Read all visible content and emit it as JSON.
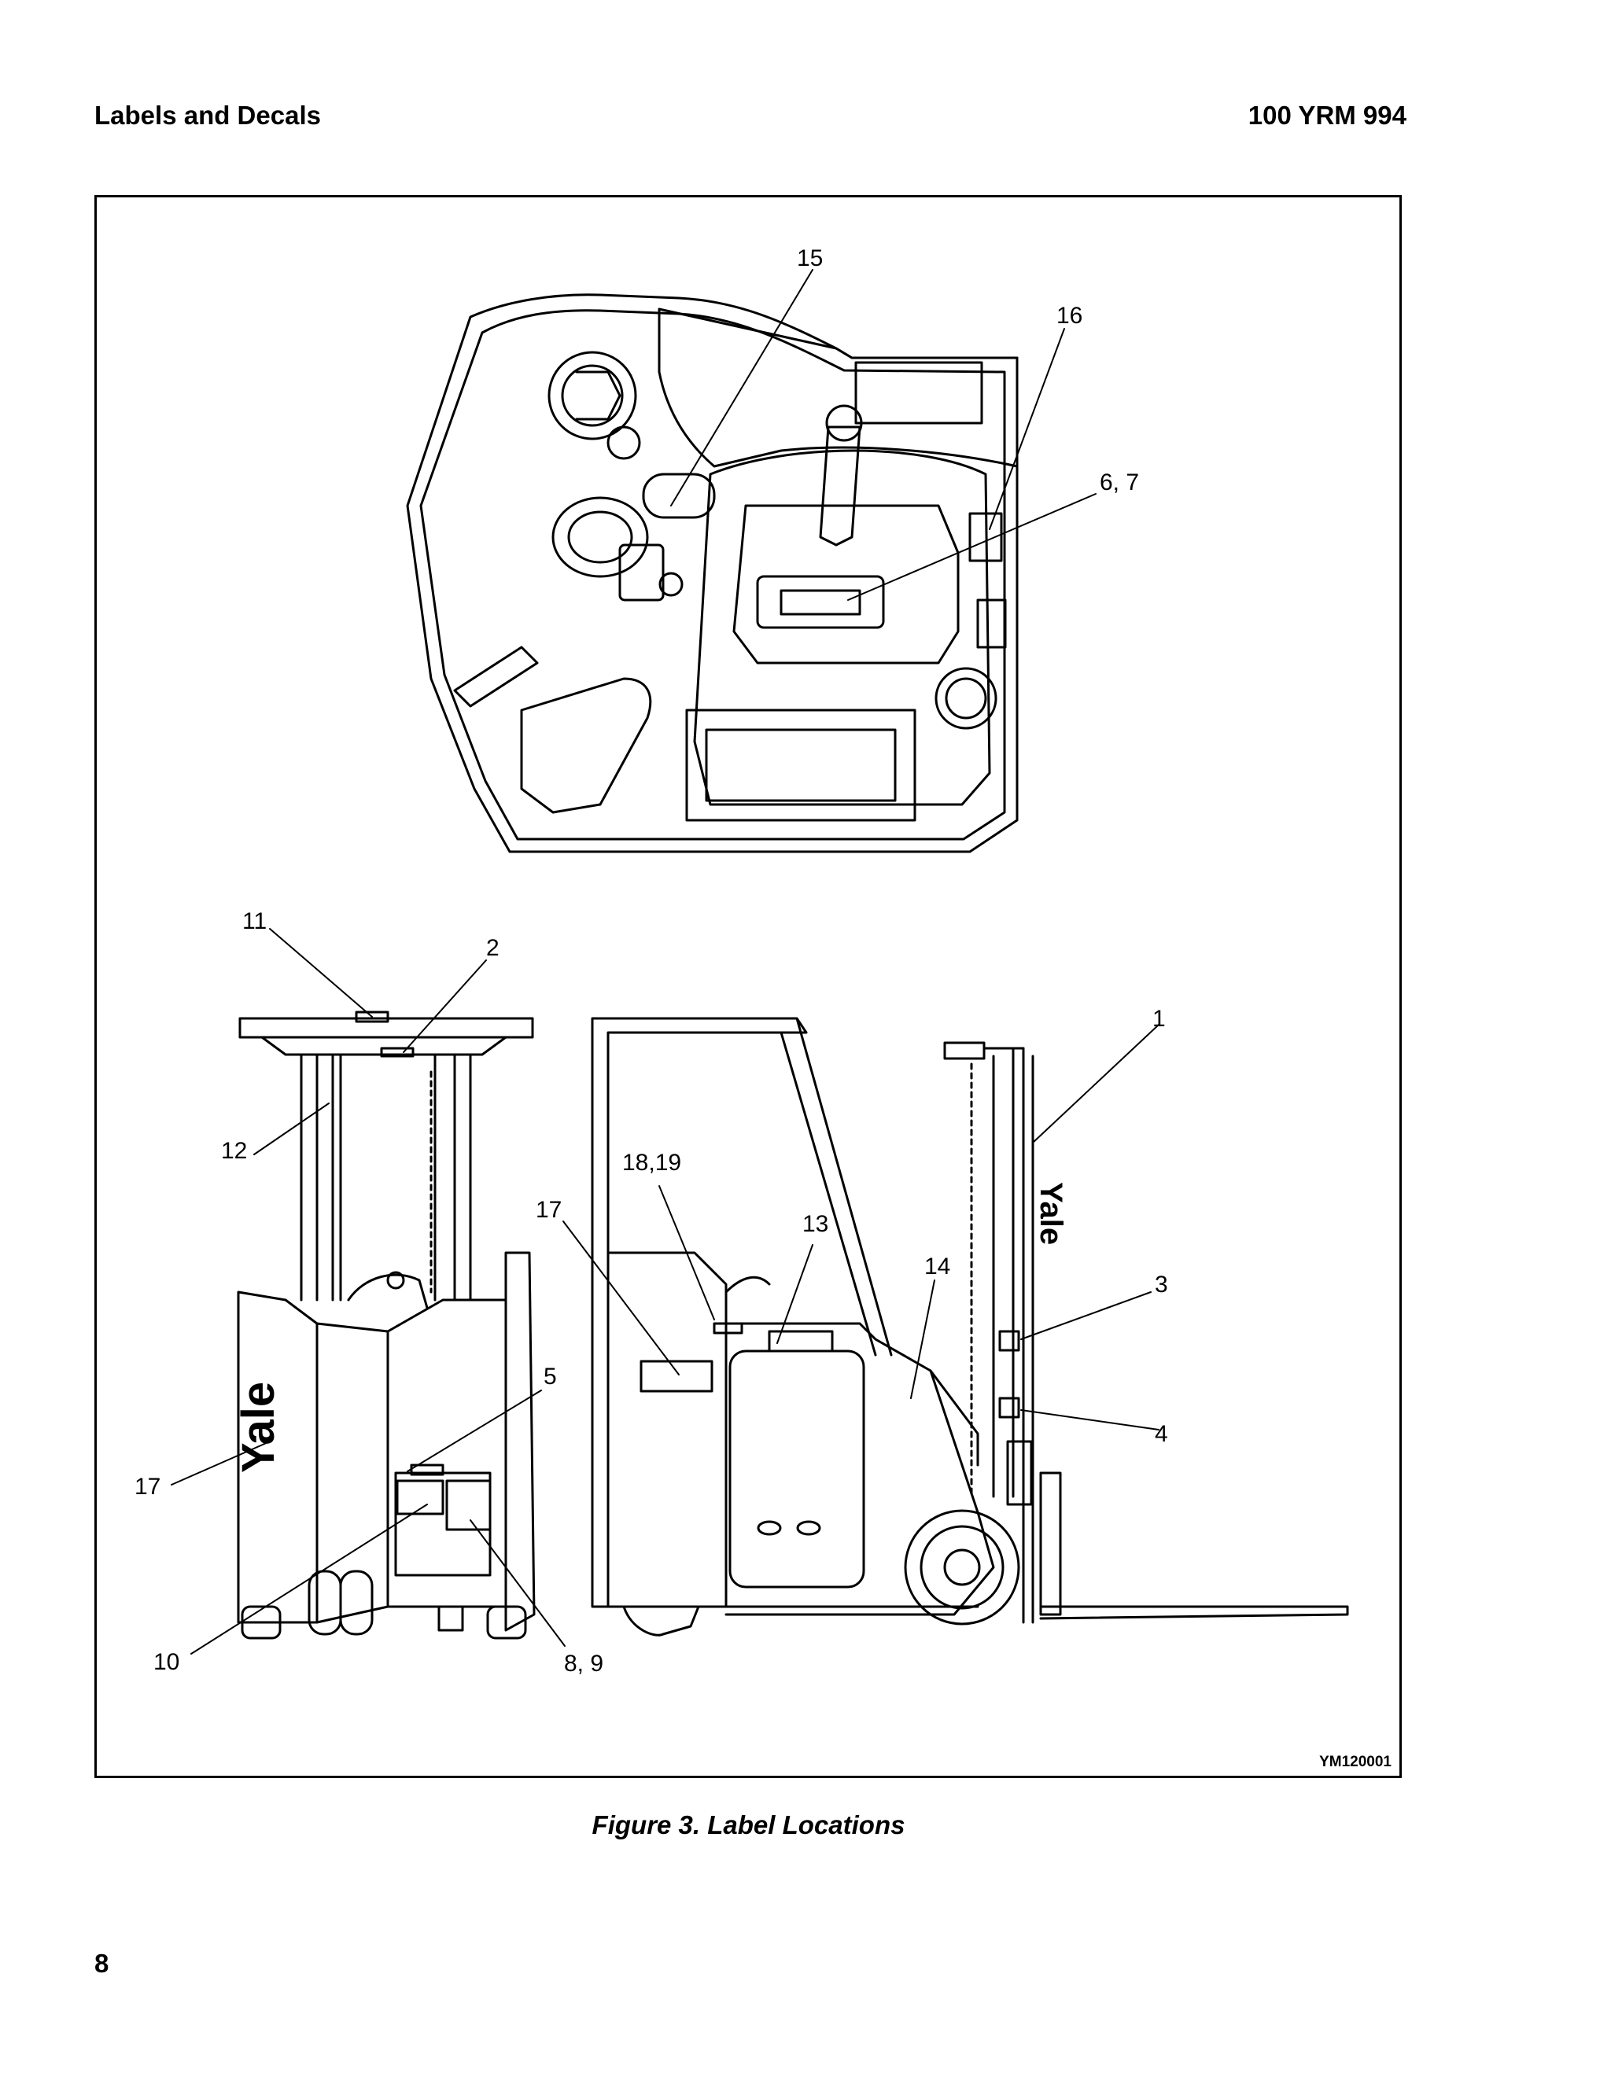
{
  "header": {
    "section_title": "Labels and Decals",
    "doc_number": "100 YRM 994"
  },
  "figure": {
    "brand": "Yale",
    "callouts": {
      "c15": "15",
      "c16": "16",
      "c6_7": "6, 7",
      "c11": "11",
      "c2": "2",
      "c12": "12",
      "c17_rear": "17",
      "c5": "5",
      "c10": "10",
      "c8_9": "8, 9",
      "c18_19": "18,19",
      "c17_side": "17",
      "c13": "13",
      "c14": "14",
      "c1": "1",
      "c3": "3",
      "c4": "4"
    },
    "figure_id": "YM120001"
  },
  "caption": "Figure 3.  Label Locations",
  "page_number": "8"
}
